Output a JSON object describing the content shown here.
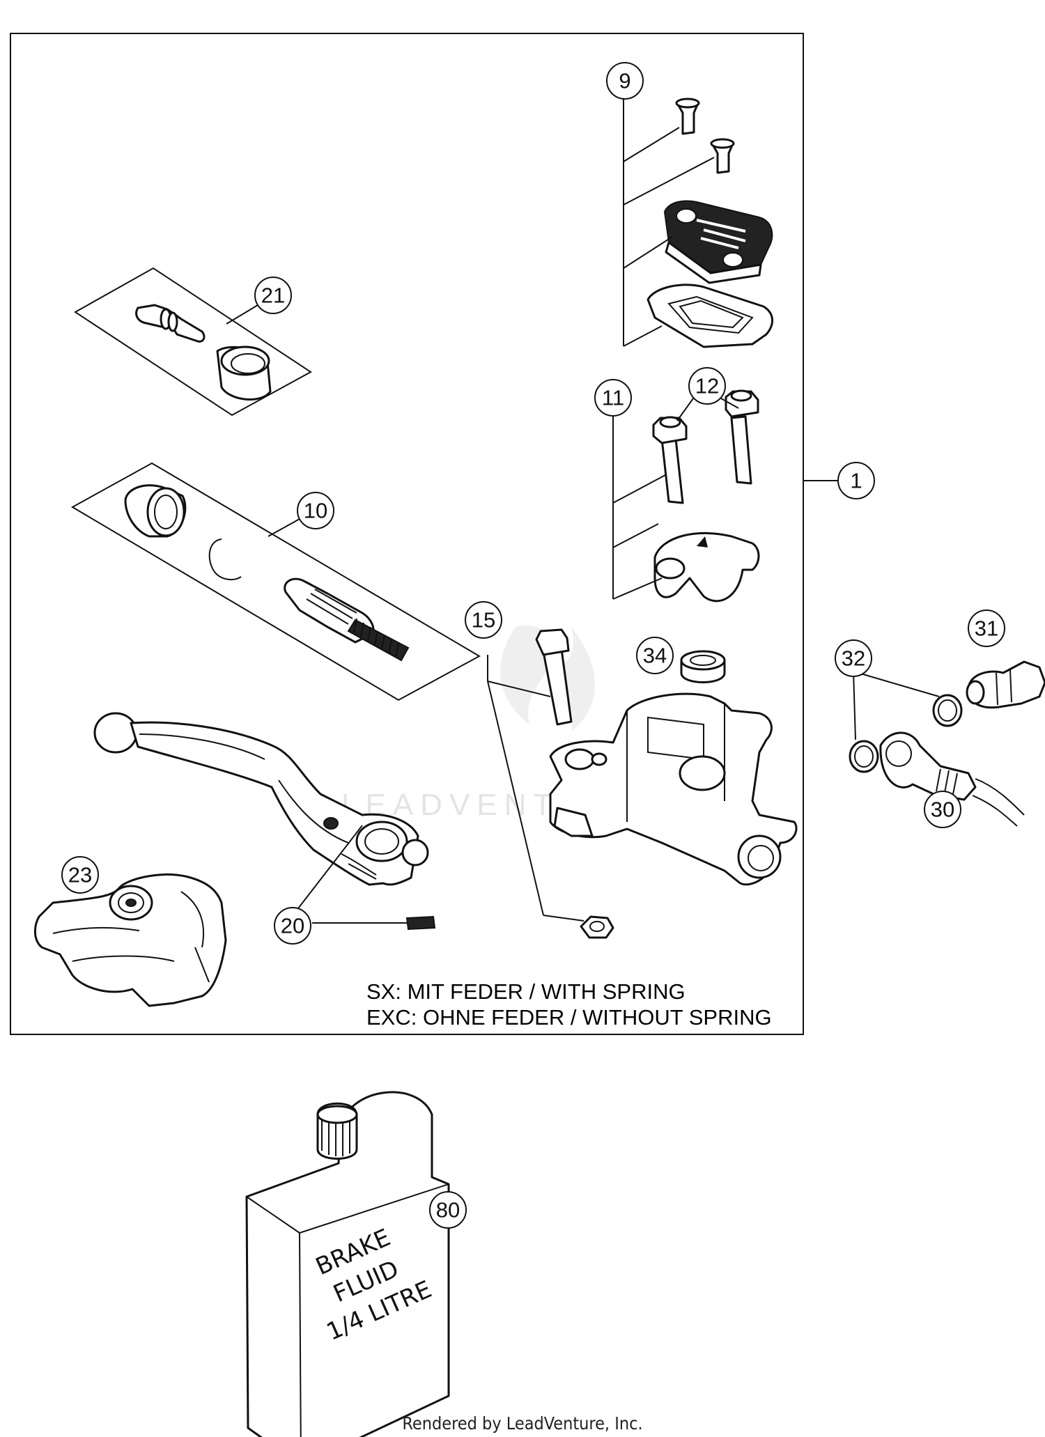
{
  "callouts": [
    {
      "id": "c1",
      "label": "1"
    },
    {
      "id": "c9",
      "label": "9"
    },
    {
      "id": "c10",
      "label": "10"
    },
    {
      "id": "c11",
      "label": "11"
    },
    {
      "id": "c12",
      "label": "12"
    },
    {
      "id": "c15",
      "label": "15"
    },
    {
      "id": "c20",
      "label": "20"
    },
    {
      "id": "c21",
      "label": "21"
    },
    {
      "id": "c23",
      "label": "23"
    },
    {
      "id": "c30",
      "label": "30"
    },
    {
      "id": "c31",
      "label": "31"
    },
    {
      "id": "c32",
      "label": "32"
    },
    {
      "id": "c34",
      "label": "34"
    },
    {
      "id": "c80",
      "label": "80"
    }
  ],
  "notes": {
    "line1": "SX: MIT FEDER / WITH SPRING",
    "line2": "EXC: OHNE FEDER / WITHOUT SPRING"
  },
  "brake_fluid_label": [
    "BRAKE",
    "FLUID",
    "1/4 LITRE"
  ],
  "watermark": "LEADVENTURE",
  "footer": "Rendered by LeadVenture, Inc."
}
